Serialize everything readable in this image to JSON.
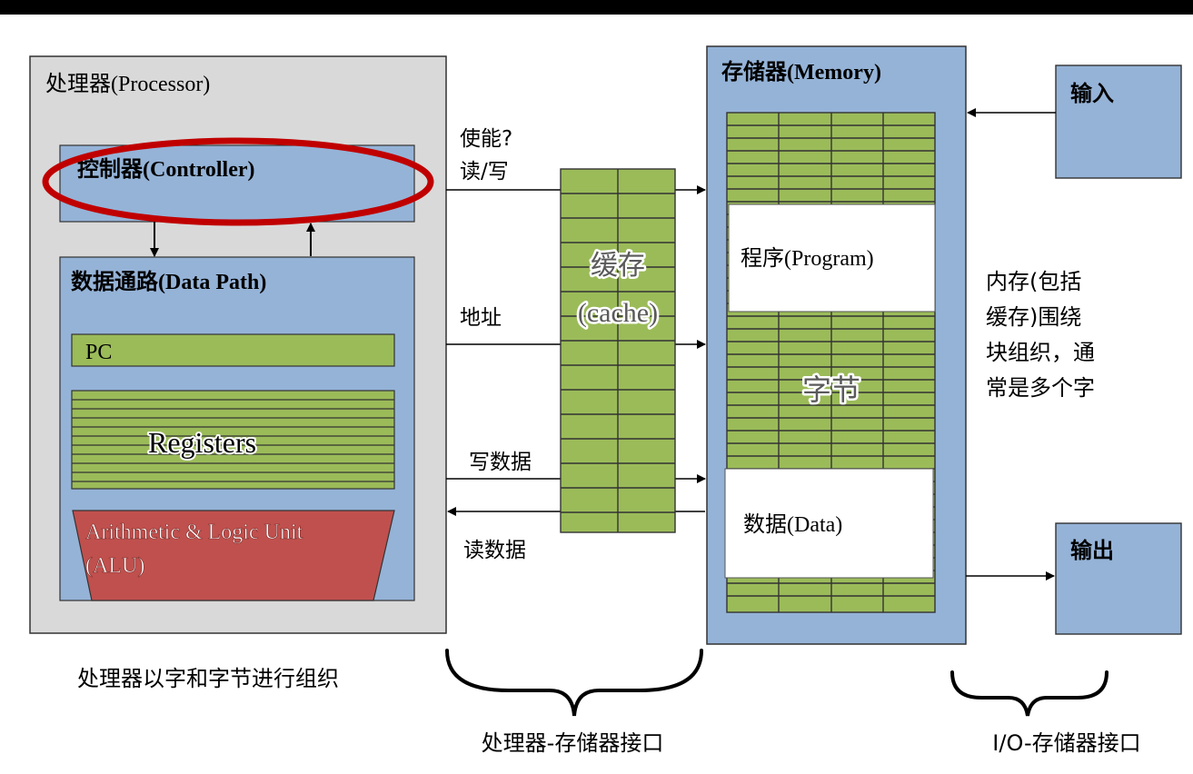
{
  "processor": {
    "title": "处理器(Processor)",
    "controller_label": "控制器(Controller)",
    "datapath_label": "数据通路(Data Path)",
    "pc_label": "PC",
    "registers_label": "Registers",
    "alu_label_line1": "Arithmetic & Logic Unit",
    "alu_label_line2": "(ALU)"
  },
  "cache": {
    "label_line1": "缓存",
    "label_line2": "(cache)"
  },
  "memory": {
    "title": "存储器(Memory)",
    "program_label": "程序(Program)",
    "bytes_label": "字节",
    "data_label": "数据(Data)"
  },
  "signals": {
    "enable_line1": "使能?",
    "enable_line2": "读/写",
    "address": "地址",
    "write_data": "写数据",
    "read_data": "读数据"
  },
  "io": {
    "input_label": "输入",
    "output_label": "输出"
  },
  "notes": {
    "memory_note_lines": [
      "内存(包括",
      "缓存)围绕",
      "块组织，通",
      "常是多个字"
    ],
    "processor_note": "处理器以字和字节进行组织",
    "cpu_mem_interface": "处理器-存储器接口",
    "io_mem_interface": "I/O-存储器接口"
  },
  "colors": {
    "top_bar": "#000000",
    "processor_bg": "#d9d9d9",
    "blue_box": "#95b3d7",
    "green_cell": "#9bbb59",
    "alu_red": "#c0504d",
    "highlight_ellipse": "#c00000",
    "white_block": "#ffffff"
  }
}
